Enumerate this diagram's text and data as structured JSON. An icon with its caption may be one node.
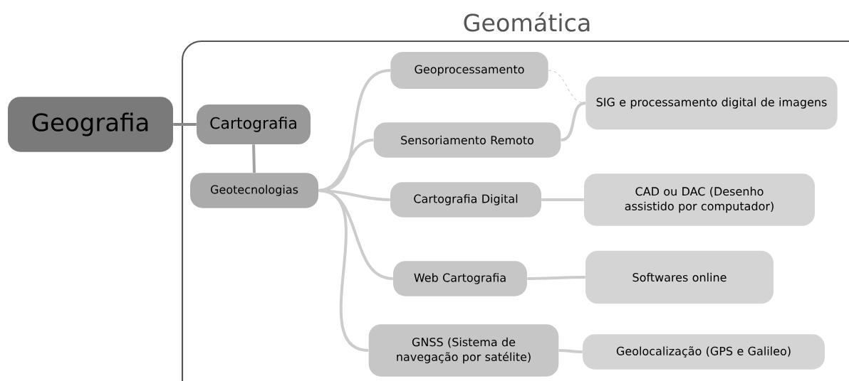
{
  "diagram": {
    "nodes": [
      {
        "text": [
          "Geografia"
        ]
      },
      {
        "text": [
          "Geomática"
        ]
      },
      {
        "text": [
          "Cartografia"
        ],
        "in": 1
      },
      {
        "text": [
          "Geotecnologias"
        ],
        "in": 1
      },
      {
        "text": [
          "Geoprocessamento"
        ],
        "in": 1
      },
      {
        "text": [
          "Sensoriamento Remoto"
        ],
        "in": 1
      },
      {
        "text": [
          "Cartografia Digital"
        ],
        "in": 1
      },
      {
        "text": [
          "Web Cartografia"
        ],
        "in": 1
      },
      {
        "text": [
          "GNSS (Sistema de navegação por satélite)"
        ],
        "in": 1
      },
      {
        "text": [
          "SIG e processamento digital de imagens"
        ],
        "in": 1
      },
      {
        "text": [
          "CAD ou DAC (Desenho assistido por computador)"
        ],
        "in": 1
      },
      {
        "text": [
          "Softwares online"
        ],
        "in": 1
      },
      {
        "text": [
          "Geolocalização (GPS e Galileo)"
        ],
        "in": 1
      }
    ],
    "edges": [
      {
        "from": 0,
        "to": 2,
        "arrow": "none",
        "color": "#8a8a8a"
      },
      {
        "from": 2,
        "to": 3,
        "arrow": "none",
        "color": "#a3a3a3"
      },
      {
        "from": 3,
        "to": 4,
        "arrow": "none"
      },
      {
        "from": 3,
        "to": 5,
        "arrow": "none"
      },
      {
        "from": 3,
        "to": 6,
        "arrow": "none"
      },
      {
        "from": 3,
        "to": 7,
        "arrow": "none"
      },
      {
        "from": 3,
        "to": 8,
        "arrow": "none"
      },
      {
        "from": 4,
        "to": 9,
        "arrow": "none",
        "style": "dashed"
      },
      {
        "from": 5,
        "to": 9,
        "arrow": "none"
      },
      {
        "from": 6,
        "to": 10,
        "arrow": "none"
      },
      {
        "from": 7,
        "to": 11,
        "arrow": "none"
      },
      {
        "from": 8,
        "to": 12,
        "arrow": "none"
      }
    ]
  }
}
